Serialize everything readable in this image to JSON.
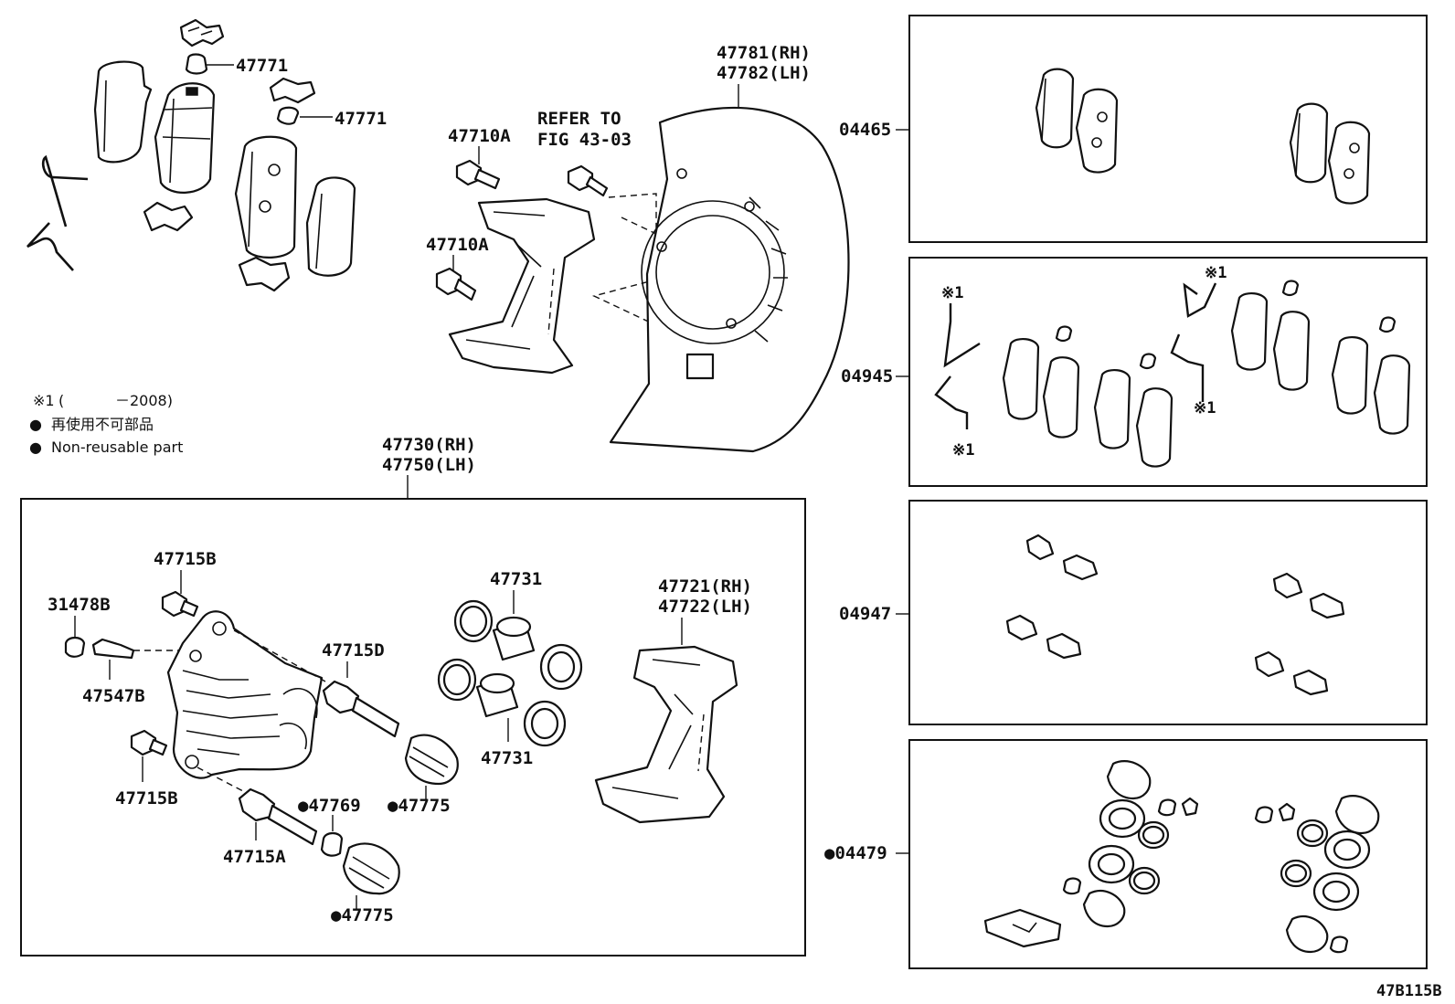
{
  "figure_code": "47B115B",
  "notes": {
    "footnote_mark": "※1",
    "footnote_open": "(",
    "footnote_range": "－2008)",
    "bullet": "●",
    "non_reusable_jp": "再使用不可部品",
    "non_reusable_en": "Non-reusable part"
  },
  "refer": {
    "line1": "REFER TO",
    "line2": "FIG 43-03"
  },
  "labels": {
    "p47771_a": "47771",
    "p47771_b": "47771",
    "p47710a_a": "47710A",
    "p47710a_b": "47710A",
    "p47781": "47781(RH)",
    "p47782": "47782(LH)",
    "p47730": "47730(RH)",
    "p47750": "47750(LH)",
    "p47715b_a": "47715B",
    "p31478b": "31478B",
    "p47547b": "47547B",
    "p47715b_b": "47715B",
    "p47715d": "47715D",
    "p47715a": "47715A",
    "p47769": "●47769",
    "p47775_a": "●47775",
    "p47775_b": "●47775",
    "p47731_a": "47731",
    "p47731_b": "47731",
    "p47721": "47721(RH)",
    "p47722": "47722(LH)"
  },
  "kits": {
    "k04465": "04465",
    "k04945": "04945",
    "k04947": "04947",
    "k04479": "●04479"
  },
  "kit_marks": {
    "m1": "※1",
    "m2": "※1",
    "m3": "※1",
    "m4": "※1"
  }
}
